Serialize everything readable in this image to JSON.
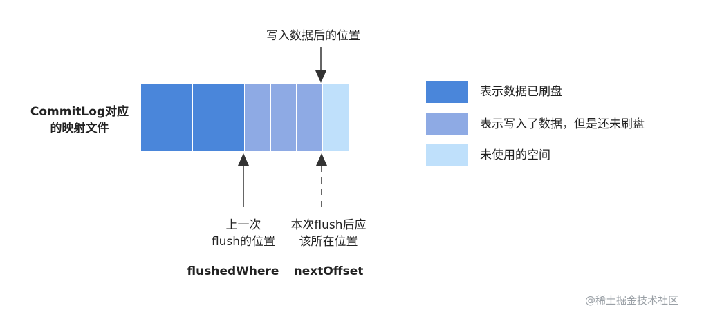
{
  "colors": {
    "flushed": "#4a86da",
    "written_unflushed": "#8eaae4",
    "unused": "#bfe0fb",
    "arrow": "#333333",
    "text": "#222222",
    "watermark": "#9aa0a6"
  },
  "file": {
    "label_line1": "CommitLog对应",
    "label_line2": "的映射文件",
    "cells": [
      "flushed",
      "flushed",
      "flushed",
      "flushed",
      "written_unflushed",
      "written_unflushed",
      "written_unflushed",
      "unused"
    ]
  },
  "top_marker": {
    "label": "写入数据后的位置"
  },
  "flushed_where": {
    "desc_line1": "上一次",
    "desc_line2": "flush的位置",
    "name": "flushedWhere"
  },
  "next_offset": {
    "desc_line1": "本次flush后应",
    "desc_line2": "该所在位置",
    "name": "nextOffset"
  },
  "legend": [
    {
      "key": "flushed",
      "text": "表示数据已刷盘"
    },
    {
      "key": "written_unflushed",
      "text": "表示写入了数据，但是还未刷盘"
    },
    {
      "key": "unused",
      "text": "未使用的空间"
    }
  ],
  "watermark": "@稀土掘金技术社区"
}
